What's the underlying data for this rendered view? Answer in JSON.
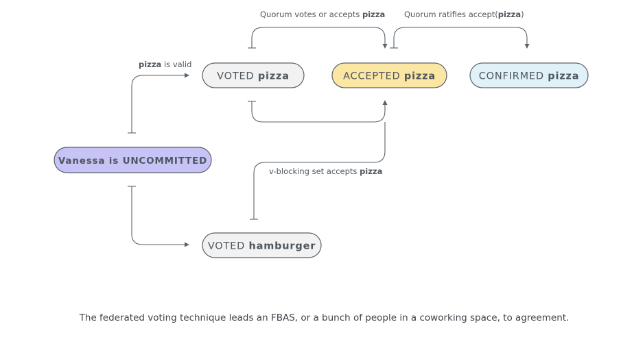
{
  "colors": {
    "uncommitted_fill": "#c8c3f7",
    "voted_fill": "#f2f2f2",
    "accepted_fill": "#fce6a4",
    "confirmed_fill": "#e0f2f8",
    "stroke": "#5b6268",
    "text": "#4f575e"
  },
  "nodes": {
    "uncommitted": {
      "name": "Vanessa",
      "word": "is",
      "state": "UNCOMMITTED"
    },
    "voted_pizza": {
      "state": "VOTED",
      "value": "pizza"
    },
    "accepted_pizza": {
      "state": "ACCEPTED",
      "value": "pizza"
    },
    "confirmed_pizza": {
      "state": "CONFIRMED",
      "value": "pizza"
    },
    "voted_hamburger": {
      "state": "VOTED",
      "value": "hamburger"
    }
  },
  "edge_labels": {
    "pizza_valid": {
      "value": "pizza",
      "text": " is valid"
    },
    "quorum_votes": {
      "text": "Quorum votes or accepts ",
      "value": "pizza"
    },
    "quorum_ratifies": {
      "text": "Quorum ratifies accept(",
      "value": "pizza",
      "close": ")"
    },
    "vblocking": {
      "text": "v-blocking set accepts ",
      "value": "pizza"
    }
  },
  "caption": "The federated voting technique leads an FBAS, or a bunch of people in a coworking space, to agreement."
}
